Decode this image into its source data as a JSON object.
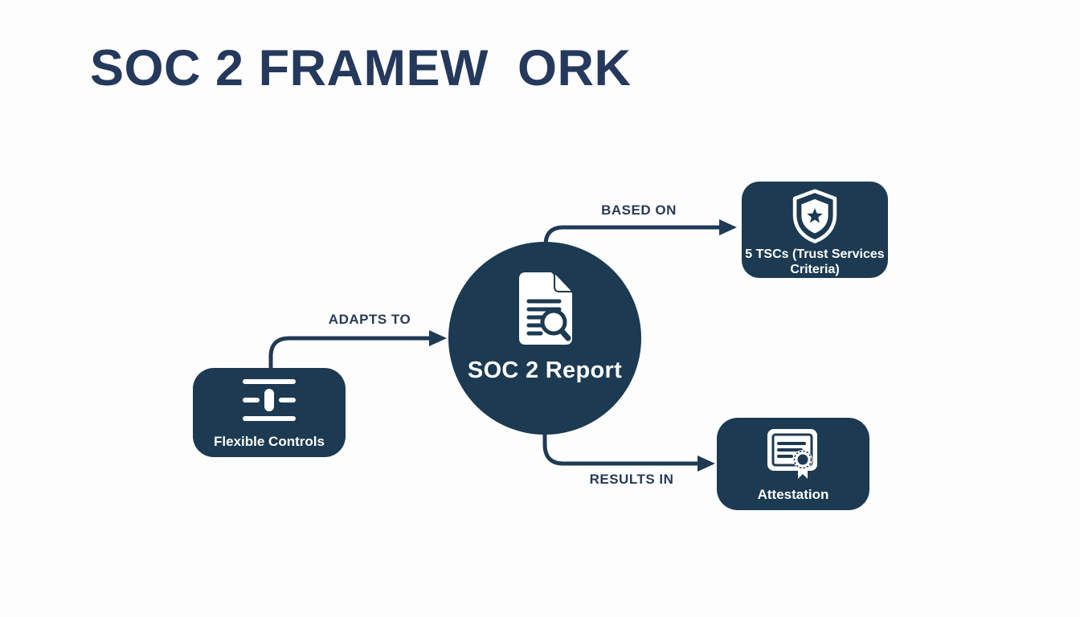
{
  "title": "SOC 2 FRAMEW  ORK",
  "center_node": {
    "label": "SOC 2 Report",
    "icon": "document-search-icon"
  },
  "nodes": {
    "flexible_controls": {
      "label": "Flexible Controls",
      "icon": "sliders-icon"
    },
    "tsc": {
      "label": "5 TSCs (Trust Services Criteria)",
      "icon": "shield-star-icon"
    },
    "attestation": {
      "label": "Attestation",
      "icon": "certificate-icon"
    }
  },
  "connections": {
    "adapts_to": {
      "label": "ADAPTS TO",
      "from": "Flexible Controls",
      "to": "SOC 2 Report"
    },
    "based_on": {
      "label": "BASED ON",
      "from": "SOC 2 Report",
      "to": "5 TSCs (Trust Services Criteria)"
    },
    "results_in": {
      "label": "RESULTS IN",
      "from": "SOC 2 Report",
      "to": "Attestation"
    }
  },
  "colors": {
    "node_navy": "#1c3a52",
    "title_text": "#24395c",
    "arrow": "#1f3a54",
    "edge_label_text": "#2a3a55",
    "background": "#fdfdfe",
    "icon_white": "#ffffff"
  }
}
